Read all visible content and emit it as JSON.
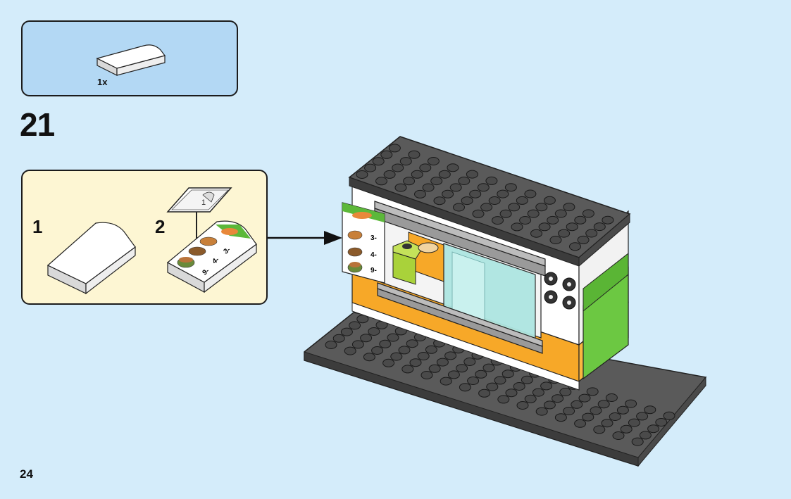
{
  "page": {
    "number": "24",
    "background": "#d4ecfa"
  },
  "parts_callout": {
    "background": "#b3d8f4",
    "items": [
      {
        "icon": "white-slope-brick-icon",
        "quantity": "1x"
      }
    ]
  },
  "step": {
    "number": "21"
  },
  "substeps": {
    "background": "#fdf6d3",
    "items": [
      {
        "number": "1",
        "icon": "white-slope-brick-icon"
      },
      {
        "number": "2",
        "icon": "menu-sticker-slope-icon"
      }
    ]
  },
  "menu_sticker": {
    "prices": [
      "3-",
      "4-",
      "9-"
    ]
  },
  "model": {
    "description_icon": "food-kiosk-model-icon",
    "menu_prices": [
      "3-",
      "4-",
      "9-"
    ]
  }
}
